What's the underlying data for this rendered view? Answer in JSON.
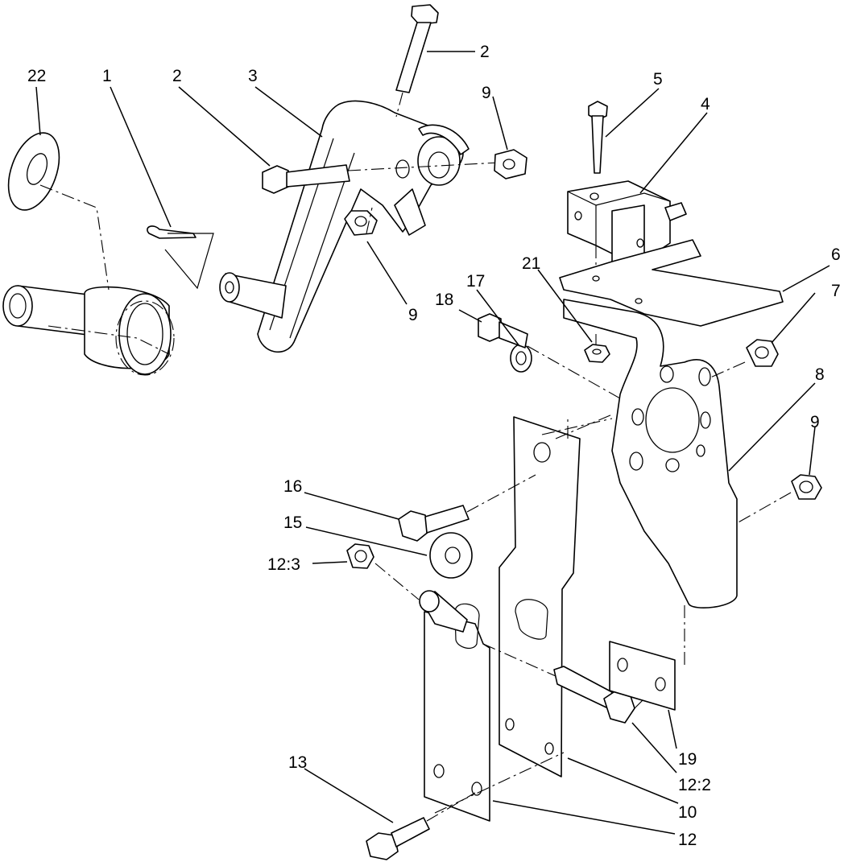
{
  "callouts": {
    "c22": "22",
    "c1": "1",
    "c2a": "2",
    "c3": "3",
    "c2b": "2",
    "c9a": "9",
    "c5": "5",
    "c4": "4",
    "c9b": "9",
    "c6": "6",
    "c21": "21",
    "c17": "17",
    "c18": "18",
    "c7": "7",
    "c8": "8",
    "c9c": "9",
    "c16": "16",
    "c15": "15",
    "c12_3": "12:3",
    "c13": "13",
    "c19": "19",
    "c12_2": "12:2",
    "c10": "10",
    "c12": "12"
  }
}
